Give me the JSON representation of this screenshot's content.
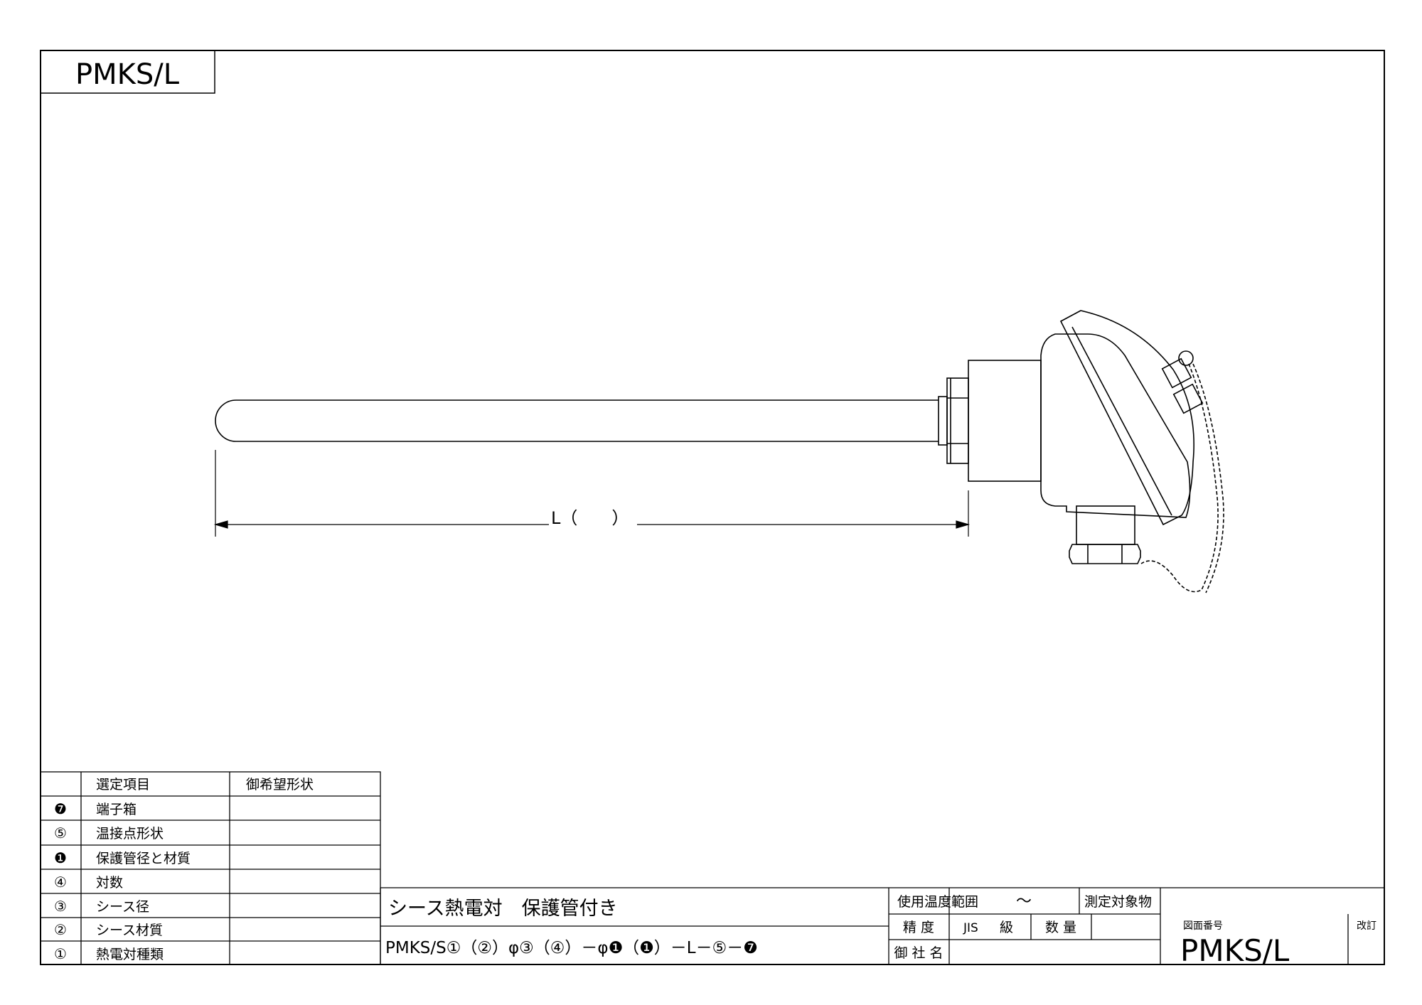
{
  "title_box": {
    "code": "PMKS/L"
  },
  "dimension": {
    "label": "L（　　）"
  },
  "selection_table": {
    "headers": [
      "",
      "選定項目",
      "御希望形状"
    ],
    "rows": [
      {
        "mark": "❼",
        "item": "端子箱",
        "value": ""
      },
      {
        "mark": "⑤",
        "item": "温接点形状",
        "value": ""
      },
      {
        "mark": "❶",
        "item": "保護管径と材質",
        "value": ""
      },
      {
        "mark": "④",
        "item": "対数",
        "value": ""
      },
      {
        "mark": "③",
        "item": "シース径",
        "value": ""
      },
      {
        "mark": "②",
        "item": "シース材質",
        "value": ""
      },
      {
        "mark": "①",
        "item": "熱電対種類",
        "value": ""
      }
    ]
  },
  "title_block": {
    "product_name": "シース熱電対　保護管付き",
    "model_code": "PMKS/S①（②）φ③（④）－φ❶（❶）－L－⑤－❼",
    "temp_range_label": "使用温度範囲",
    "temp_range_value": "～",
    "measured_object_label": "測定対象物",
    "measured_object_value": "",
    "accuracy_label": "精 度",
    "accuracy_value_prefix": "JIS",
    "accuracy_value_suffix": "級",
    "quantity_label": "数 量",
    "quantity_value": "",
    "company_label": "御 社 名",
    "company_value": "",
    "drawing_no_label": "図面番号",
    "drawing_no": "PMKS/L",
    "revision_label": "改訂",
    "revision_value": ""
  }
}
